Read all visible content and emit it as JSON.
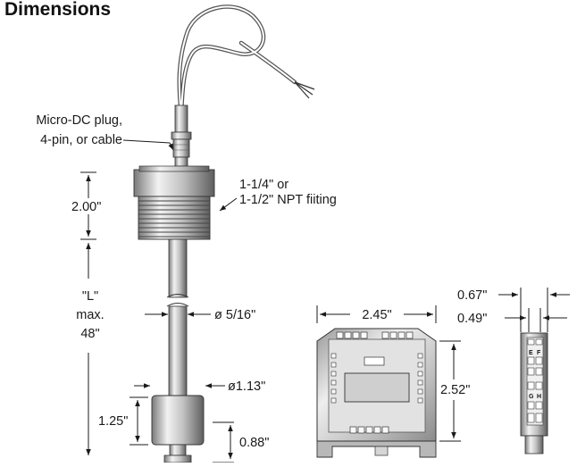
{
  "title": "Dimensions",
  "labels": {
    "plug_line1": "Micro-DC plug,",
    "plug_line2": "4-pin, or cable",
    "npt_line1": "1-1/4\" or",
    "npt_line2": "1-1/2\" NPT fiiting",
    "height_fitting": "2.00\"",
    "length_line1": "\"L\"",
    "length_line2": "max.",
    "length_line3": "48\"",
    "stem_dia": "ø 5/16\"",
    "float_dia": "ø1.13\"",
    "float_height": "1.25\"",
    "bottom_height": "0.88\"",
    "box_width": "2.45\"",
    "box_height": "2.52\"",
    "side_width_outer": "0.67\"",
    "side_width_inner": "0.49\""
  },
  "terminal_letters": [
    "E",
    "F",
    "G",
    "H"
  ],
  "colors": {
    "metal_light": "#eeeeee",
    "metal_mid": "#b4b4b4",
    "metal_dark": "#6a6a6a",
    "line": "#1a1a1a"
  }
}
